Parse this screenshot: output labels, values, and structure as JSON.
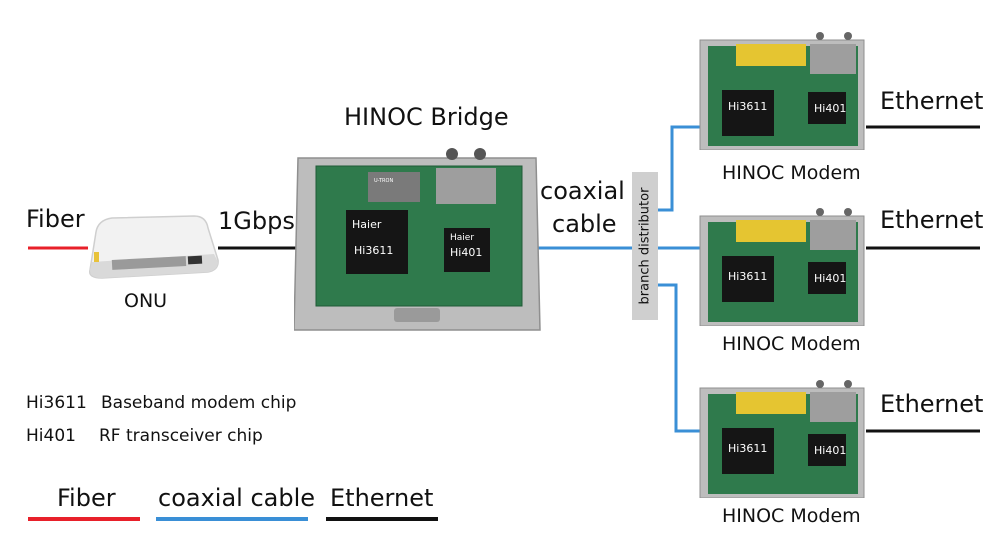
{
  "labels": {
    "fiber": "Fiber",
    "onu": "ONU",
    "link_speed": "1Gbps",
    "bridge": "HINOC Bridge",
    "coax_line1": "coaxial",
    "coax_line2": "cable",
    "distributor": "branch distributor",
    "modem": "HINOC Modem",
    "ethernet": "Ethernet"
  },
  "chips": {
    "baseband": "Hi3611",
    "rf": "Hi401",
    "brand": "Haier",
    "tuner": "U-TRON"
  },
  "glossary": [
    {
      "code": "Hi3611",
      "desc": "Baseband modem chip"
    },
    {
      "code": "Hi401",
      "desc": "RF transceiver chip"
    }
  ],
  "legend": [
    {
      "label": "Fiber",
      "color": "#e8202a"
    },
    {
      "label": "coaxial cable",
      "color": "#3a8fd6"
    },
    {
      "label": "Ethernet",
      "color": "#111111"
    }
  ],
  "colors": {
    "fiber": "#e8202a",
    "coax": "#3a8fd6",
    "ethernet": "#111111",
    "distributor_bg": "#cfcfcf",
    "pcb": "#2f7a4c",
    "chip": "#151515",
    "metal": "#bfbfbf"
  }
}
